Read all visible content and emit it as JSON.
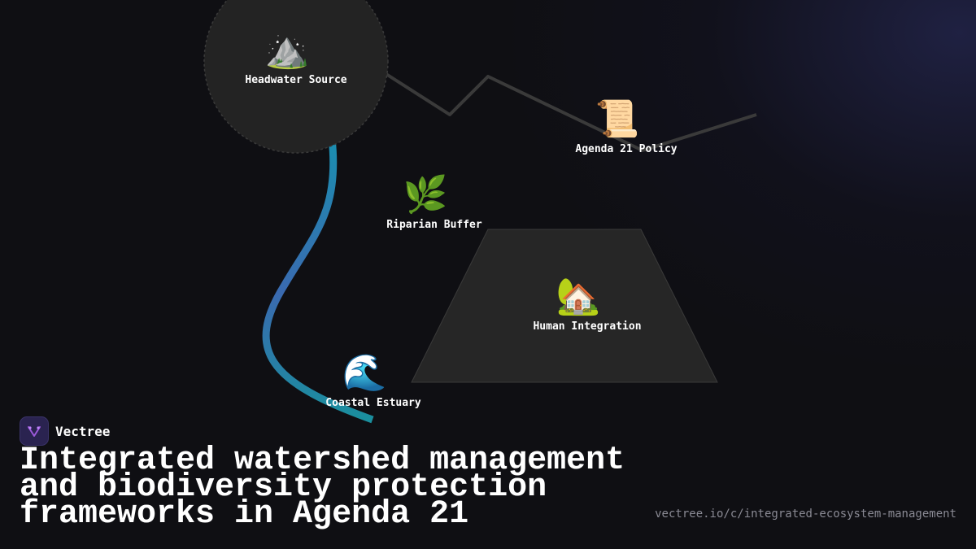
{
  "nodes": {
    "headwater": {
      "icon": "⛰️",
      "icon_name": "mountain-icon",
      "label": "Headwater Source"
    },
    "agenda": {
      "icon": "📜",
      "icon_name": "scroll-icon",
      "label": "Agenda 21 Policy"
    },
    "riparian": {
      "icon": "🌿",
      "icon_name": "herb-icon",
      "label": "Riparian Buffer"
    },
    "human": {
      "icon": "🏡",
      "icon_name": "house-garden-icon",
      "label": "Human Integration"
    },
    "coastal": {
      "icon": "🌊",
      "icon_name": "wave-icon",
      "label": "Coastal Estuary"
    }
  },
  "brand": {
    "name": "Vectree",
    "logo_icon": "vectree-logo-icon"
  },
  "title": "Integrated watershed management and biodiversity protection frameworks in Agenda 21",
  "url": "vectree.io/c/integrated-ecosystem-management",
  "colors": {
    "background": "#0f0f13",
    "shape_fill": "#262626",
    "river_start": "#1a8fb0",
    "river_mid": "#3a6ab0",
    "river_end": "#1a8f9e",
    "connector": "#3a3a3a"
  }
}
